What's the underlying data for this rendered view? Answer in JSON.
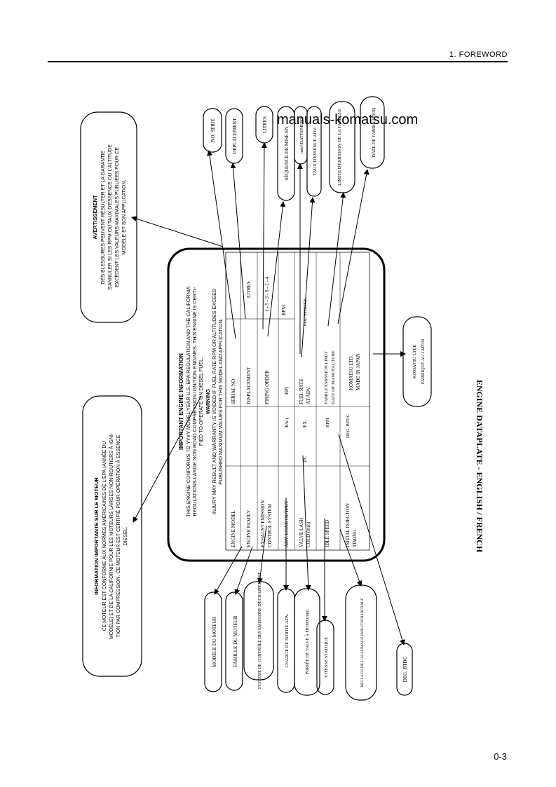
{
  "header": {
    "title": "1.  FOREWORD"
  },
  "page_number": "0-3",
  "watermark": "manuals-komatsu.com",
  "figure_caption": "ENGINE DATAPLATE - ENGLISH / FRENCH",
  "plate": {
    "heading": "IMPORTANT ENGINE INFORMATION",
    "intro_lines": [
      "THIS ENGINE CONFORMS TO YYYY MODEL YEAR U.S. EPA REGULATION AND THE CALIFORNIA",
      "REGULATIONS LARGE NON ROAD COMPRESSION IGNITION ENGINES. THIS ENGINE IS CERTI-",
      "FIED TO OPERATE ON DIESEL FUEL."
    ],
    "warning_title": "WARNING",
    "warning_lines": [
      "INJURY MAY RESULT AND WARRANTY IS VOIDED IF FUEL RATE RPM OR ALTITUDES EXCEED",
      "PUBLISHED MAXIMUM VALUES FOR THIS MODEL AND APPLICATION."
    ],
    "left_fields": [
      "ENGINE MODEL",
      "ENGINE FAMILY",
      "EXHAUST EMISSION",
      "CONTROL SYSTEM",
      "ADV. LOAD OUTPUT",
      "VALVE LASH",
      "COLD (mm)",
      "IDLE SPEED",
      "INITIAL INJECTION",
      "TIMING"
    ],
    "kw": "Kw   (",
    "hp": "HP)",
    "in_label": "IN.",
    "ex_label": "EX.",
    "rpm_small": "RPM",
    "deg_btdc": "DEG. BTDC",
    "serial_no": "SERIAL NO.",
    "displacement": "DISPLACEMENT",
    "litres": "LITRES",
    "firing_order": "FIRING ORDER",
    "firing_value": "1 - 5 - 3 - 6 - 2 - 4",
    "fuel_rate": "FUEL RATE",
    "at_adv": "AT ADV.",
    "rpm": "RPM",
    "mm3_stroke": "mm³/STROKE",
    "family_emission_limit": "FAMILY EMISSION LIMIT",
    "date_of_manufacture": "DATE OF MANUFACTURE",
    "komatsu_ltd": "KOMATSU LTD.",
    "made_in_japan": "MADE IN JAPAN"
  },
  "callouts": {
    "info_title": "INFORMATION IMPORTANTE SUR LE MOTEUR",
    "info_lines": [
      "CE MOTEUR EST CONFORME AUX NORMES AMÉRICAINES DE L'EPA (ANNÉE DU",
      "MODÈLE) ET DE LA CALIFORNIE POUR LES MOTEURS LARGES NON-ROUTIERS À IGNI-",
      "TION PAR COMPRESSION.  CE MOTEUR EST CERTIFIÉ POUR OPÉRATION À ESSENCE",
      "DIESEL."
    ],
    "warn_title": "AVERTISSEMENT",
    "warn_lines": [
      "DES BLESSURES PEUVENT RÉSULTER ET LA GARANTIE",
      "S'ANNULER SI LES RPM OU TAUX D'ESSENCE OU L'ALTITUDE",
      "EXCÈDENT LES VALEURS MAXIMALES PUBLIÉES POUR CE",
      "MODÈLE ET SON APPLICATION."
    ],
    "top_labels": [
      "NO. SÉRIE",
      "DÉPLACEMENT",
      "LITRES",
      "SÉQUENCE DE MISE EN",
      "mm³/BATTEMENT",
      "TAUX D'ESSENCE  ADV.",
      "LIMITE D'ÉMISSION DE LA FAMILLE",
      "DATE DE FABRICATION"
    ],
    "bottom_labels": [
      "MODÈLE DU MOTEUR",
      "FAMILLE DU MOTEUR",
      "SYSTÈME DE CONTRÔLE DES ÉMISSIONS D'ÉCHAPPEMENT",
      "CHARGE DE SORTIE ADV.",
      "PORTÉE DE VALVE À FROID (mm)",
      "VITESSE STATIQUE",
      "RÉGLAGE DE L'ALLUMAGE INJECTION INITIALE",
      "DEG. BTDC"
    ],
    "japan_line1": "KOMATSU LTÉE",
    "japan_line2": "FABRIQUÉ AU JAPON"
  }
}
